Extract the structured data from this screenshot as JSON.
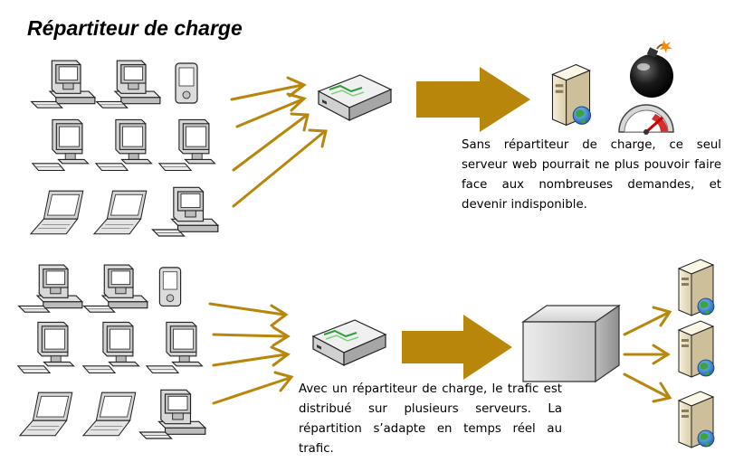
{
  "title": "Répartiteur de charge",
  "top": {
    "caption": "Sans répartiteur de charge, ce seul serveur web pourrait ne plus pouvoir faire face aux nombreuses demandes, et devenir indisponible."
  },
  "bottom": {
    "caption": "Avec un répartiteur de charge, le trafic est distribué sur plusieurs serveurs. La répartition s’adapte en temps réel au trafic."
  },
  "icons": {
    "clients": "computer-monitor-icon",
    "pda": "pda-icon",
    "laptop": "laptop-icon",
    "switch": "network-switch-icon",
    "server": "web-server-icon",
    "bomb": "bomb-icon",
    "gauge": "speed-gauge-icon",
    "cluster": "server-cluster-box-icon"
  },
  "colors": {
    "arrow": "#B8860B",
    "bigArrow": "#B8860B",
    "serverBody": "#E8DEC4",
    "line": "#222222"
  }
}
